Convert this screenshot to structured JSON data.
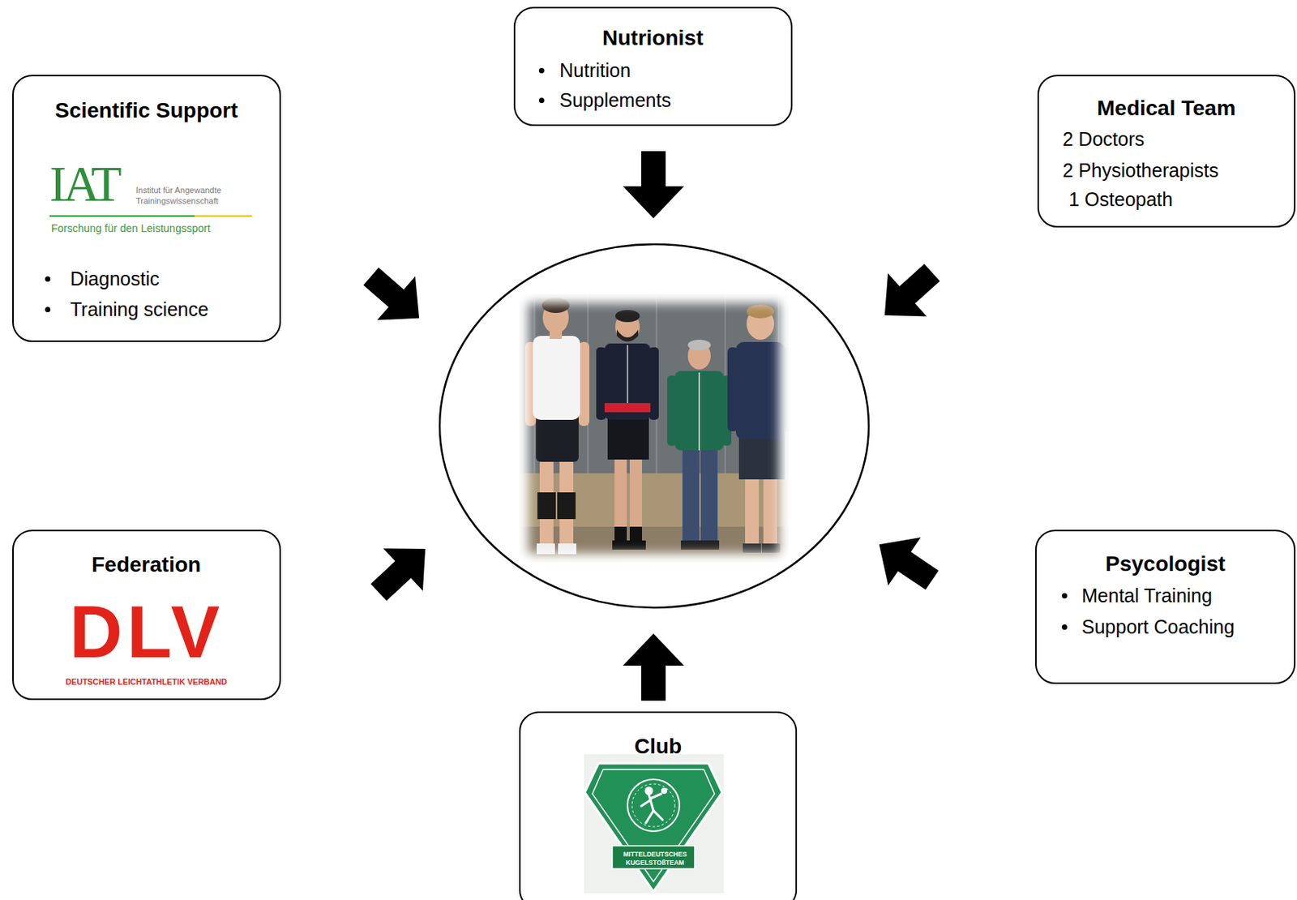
{
  "diagram": {
    "nodes": [
      {
        "text": [
          "Scientific Support",
          "IAT",
          "Institut für Angewandte Trainingswissenschaft",
          "Forschung für den Leistungssport",
          "Diagnostic",
          "Training science"
        ]
      },
      {
        "text": [
          "Nutrionist",
          "Nutrition",
          "Supplements"
        ]
      },
      {
        "text": [
          "Medical Team",
          "2 Doctors",
          "2 Physiotherapists",
          "1 Osteopath"
        ]
      },
      {
        "text": [
          "Federation",
          "DLV",
          "DEUTSCHER LEICHTATHLETIK VERBAND"
        ]
      },
      {
        "text": [
          "Psycologist",
          "Mental Training",
          "Support Coaching"
        ]
      },
      {
        "text": [
          "Club",
          "MITTELDEUTSCHES KUGELSTOßTEAM"
        ]
      }
    ]
  }
}
